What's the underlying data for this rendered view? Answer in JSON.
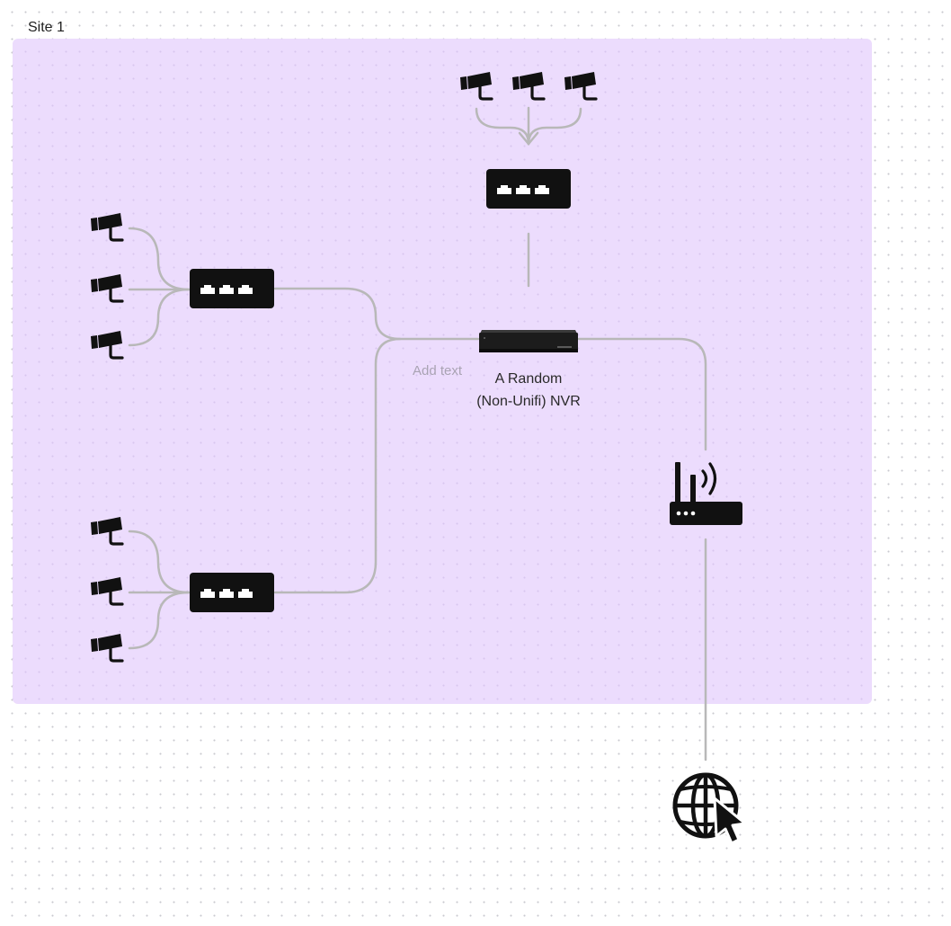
{
  "frame": {
    "label": "Site 1"
  },
  "nvr": {
    "label_line1": "A Random",
    "label_line2": "(Non-Unifi) NVR"
  },
  "placeholder_text": "Add text",
  "icons": {
    "camera": "security-camera-icon",
    "switch": "network-switch-icon",
    "nvr": "nvr-recorder-icon",
    "router": "wifi-router-icon",
    "internet": "globe-cursor-icon"
  },
  "colors": {
    "frame_fill": "#ecdcfd",
    "connector": "#b8b8b8",
    "device": "#111111"
  }
}
